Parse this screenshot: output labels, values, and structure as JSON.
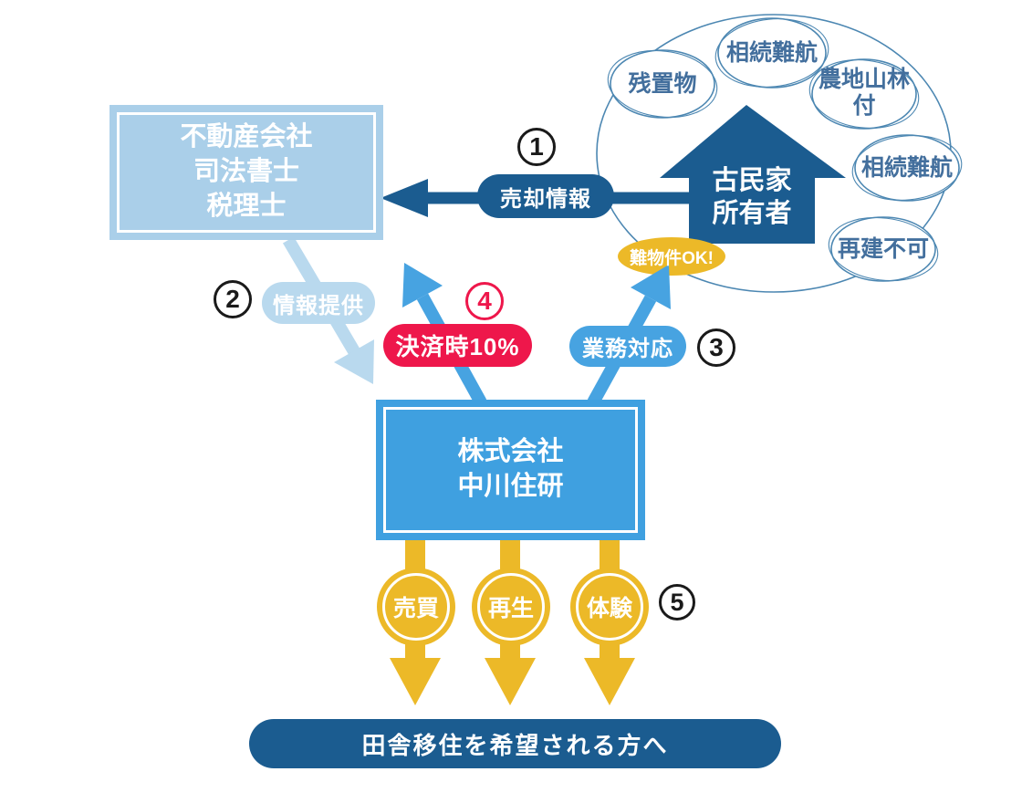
{
  "nodes": {
    "professionals": {
      "line1": "不動産会社",
      "line2": "司法書士",
      "line3": "税理士"
    },
    "company": {
      "line1": "株式会社",
      "line2": "中川住研"
    },
    "owner": {
      "line1": "古民家",
      "line2": "所有者"
    },
    "audience_bar": {
      "label": "田舎移住を希望される方へ"
    }
  },
  "owner_issues": {
    "bubbles": [
      "残置物",
      "相続難航",
      "農地山林付",
      "相続難航",
      "再建不可"
    ],
    "ok_badge": "難物件OK!"
  },
  "steps": {
    "step1": {
      "number": "1",
      "label": "売却情報"
    },
    "step2": {
      "number": "2",
      "label": "情報提供"
    },
    "step3": {
      "number": "3",
      "label": "業務対応"
    },
    "step4": {
      "number": "4",
      "label": "決済時10%"
    },
    "step5": {
      "number": "5",
      "services": [
        "売買",
        "再生",
        "体験"
      ]
    }
  },
  "colors": {
    "dark_blue": "#1B5C90",
    "mid_blue": "#3FA0E0",
    "arrow_blue": "#47A3E1",
    "light_blue": "#AACFE9",
    "pale_blue": "#B9D9EE",
    "red": "#EE174B",
    "yellow": "#ECB928",
    "bubble_line": "#4C87B2",
    "bubble_text": "#436F9D"
  }
}
